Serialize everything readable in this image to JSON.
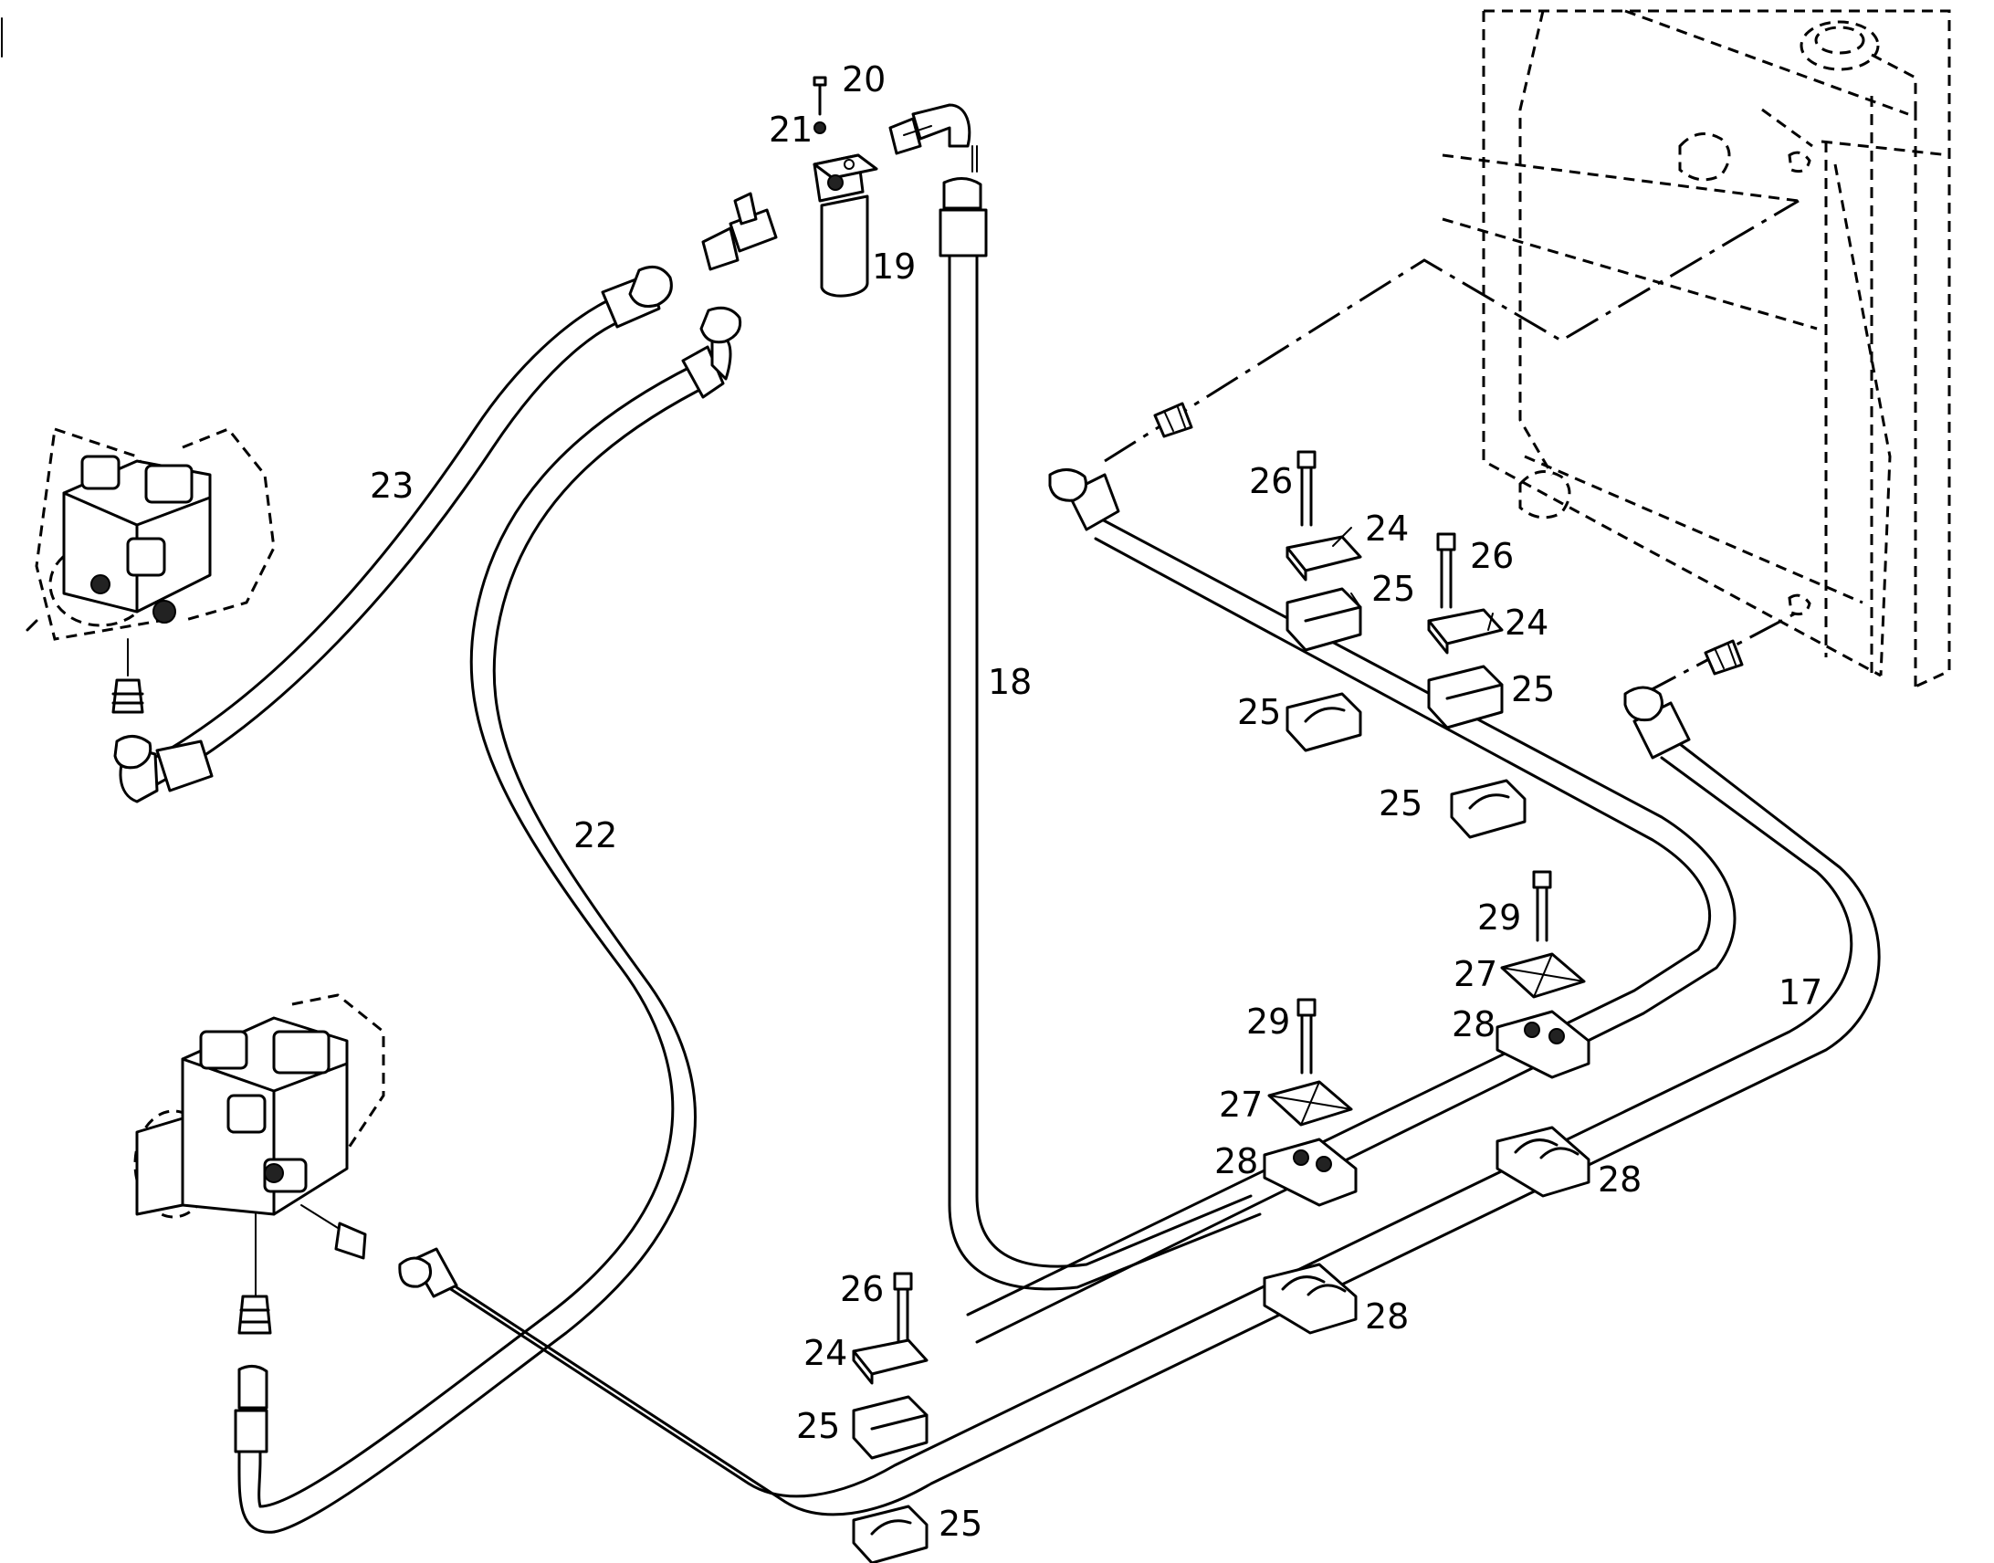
{
  "callouts": [
    {
      "id": "17",
      "text": "17"
    },
    {
      "id": "18",
      "text": "18"
    },
    {
      "id": "19",
      "text": "19"
    },
    {
      "id": "20",
      "text": "20"
    },
    {
      "id": "21",
      "text": "21"
    },
    {
      "id": "22",
      "text": "22"
    },
    {
      "id": "23",
      "text": "23"
    },
    {
      "id": "24a",
      "text": "24"
    },
    {
      "id": "24b",
      "text": "24"
    },
    {
      "id": "24c",
      "text": "24"
    },
    {
      "id": "25a",
      "text": "25"
    },
    {
      "id": "25b",
      "text": "25"
    },
    {
      "id": "25c",
      "text": "25"
    },
    {
      "id": "25d",
      "text": "25"
    },
    {
      "id": "25e",
      "text": "25"
    },
    {
      "id": "25f",
      "text": "25"
    },
    {
      "id": "26a",
      "text": "26"
    },
    {
      "id": "26b",
      "text": "26"
    },
    {
      "id": "26c",
      "text": "26"
    },
    {
      "id": "27a",
      "text": "27"
    },
    {
      "id": "27b",
      "text": "27"
    },
    {
      "id": "28a",
      "text": "28"
    },
    {
      "id": "28b",
      "text": "28"
    },
    {
      "id": "28c",
      "text": "28"
    },
    {
      "id": "28d",
      "text": "28"
    },
    {
      "id": "29a",
      "text": "29"
    },
    {
      "id": "29b",
      "text": "29"
    }
  ]
}
